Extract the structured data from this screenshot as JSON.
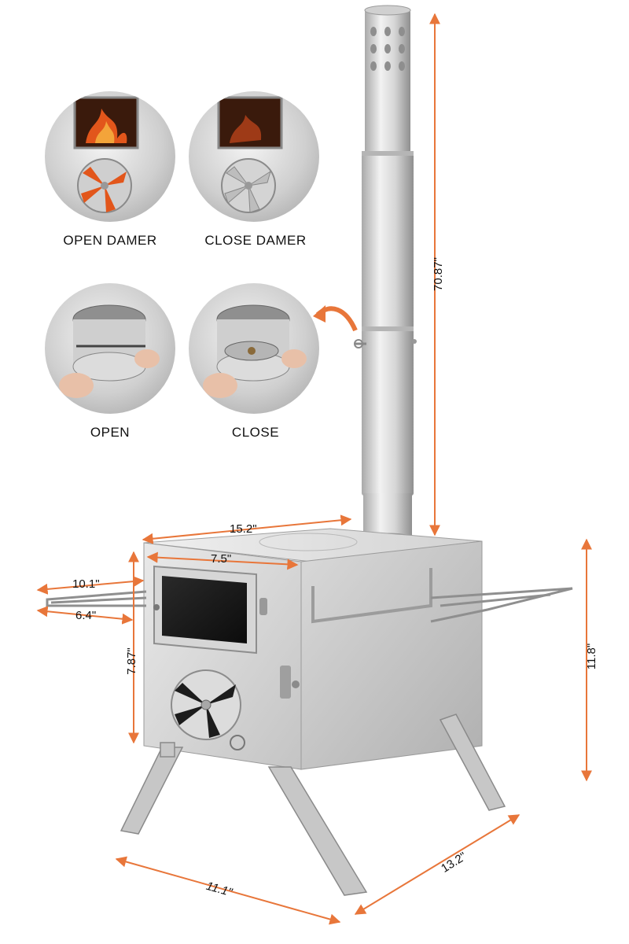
{
  "captions": {
    "open_damper": "OPEN DAMER",
    "close_damper": "CLOSE DAMER",
    "open": "OPEN",
    "close": "CLOSE"
  },
  "dimensions": {
    "chimney_height": "70.87\"",
    "top_width": "15.2\"",
    "door_width": "7.5\"",
    "shelf_length": "10.1\"",
    "shelf_width": "6.4\"",
    "front_height": "7.87\"",
    "total_height": "11.8\"",
    "depth": "13.2\"",
    "leg_span": "11.1\""
  },
  "colors": {
    "dimension_arrow": "#e8763a",
    "steel_light": "#e6e6e6",
    "steel_dark": "#9a9a9a",
    "fire": "#e2561b"
  }
}
